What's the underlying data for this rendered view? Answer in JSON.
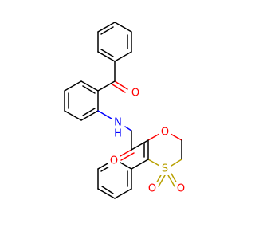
{
  "atoms": {
    "ketone_o": {
      "text": "O",
      "color": "#ff0000"
    },
    "amide_nh": {
      "text": "N",
      "h_text": "H",
      "color": "#0000ff"
    },
    "amide_o": {
      "text": "O",
      "color": "#ff0000"
    },
    "ring_o": {
      "text": "O",
      "color": "#ff0000"
    },
    "sulfur": {
      "text": "S",
      "color": "#b8a000"
    },
    "sulfonyl_o1": {
      "text": "O",
      "color": "#ff0000"
    },
    "sulfonyl_o2": {
      "text": "O",
      "color": "#ff0000"
    }
  }
}
